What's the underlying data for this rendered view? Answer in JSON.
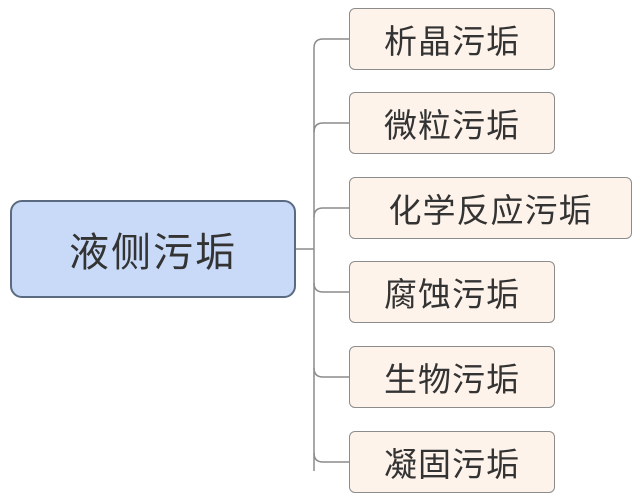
{
  "root": {
    "label": "液侧污垢"
  },
  "children": [
    {
      "label": "析晶污垢"
    },
    {
      "label": "微粒污垢"
    },
    {
      "label": "化学反应污垢"
    },
    {
      "label": "腐蚀污垢"
    },
    {
      "label": "生物污垢"
    },
    {
      "label": "凝固污垢"
    }
  ],
  "colors": {
    "root_fill": "#c9daf8",
    "child_fill": "#fdf3ea",
    "connector": "#8c8c8c"
  }
}
